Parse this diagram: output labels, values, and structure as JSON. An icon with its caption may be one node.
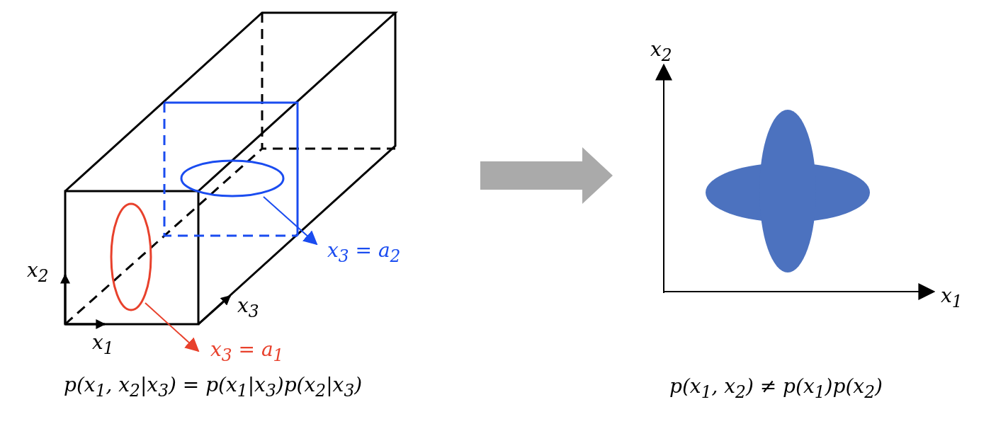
{
  "diagram": {
    "nodes": [
      {
        "text": [],
        "shape": "ellipse"
      },
      {
        "text": [
          "x$_{3}$ = a$_{1}$"
        ]
      },
      {
        "text": [],
        "shape": "ellipse"
      },
      {
        "text": [
          "x$_{3}$ = a$_{2}$"
        ]
      }
    ],
    "edges": [
      {
        "from": 0,
        "to": 1,
        "arrow": "to",
        "color": "#e8412c"
      },
      {
        "from": 2,
        "to": 3,
        "arrow": "to",
        "color": "#1a4cf0"
      }
    ],
    "labels": [
      "x$_{2}$",
      "x$_{3}$",
      "x$_{1}$",
      "p(x$_{1}$, x$_{2}$|x$_{3}$) = p(x$_{1}$|x$_{3}$)p(x$_{2}$|x$_{3}$)",
      "x$_{2}$",
      "x$_{1}$",
      "p(x$_{1}$, x$_{2}$) ≠ p(x$_{1}$)p(x$_{2}$)"
    ]
  }
}
